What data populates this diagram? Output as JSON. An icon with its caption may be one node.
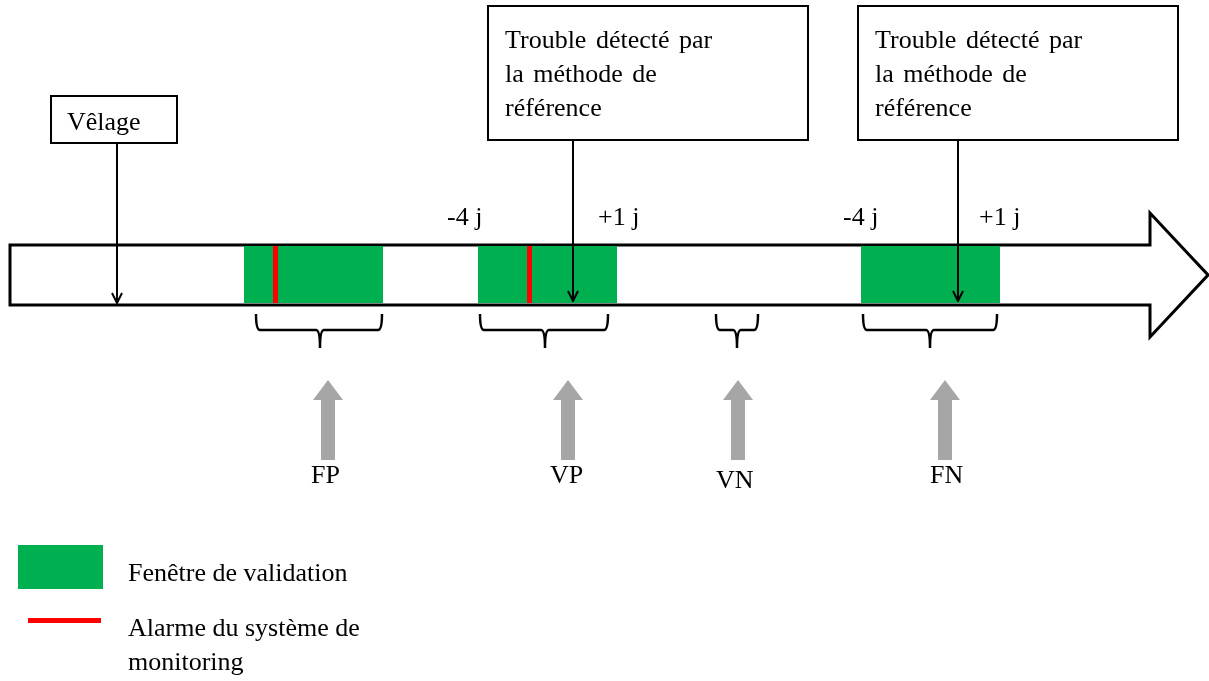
{
  "diagram": {
    "nodes": [
      {
        "text": [
          "Vêlage"
        ]
      },
      {
        "text": [
          "Trouble détecté par la méthode de référence"
        ]
      },
      {
        "text": [
          "Trouble détecté par la méthode de référence"
        ]
      },
      {
        "text": [],
        "shape": "arrow"
      },
      {
        "text": [],
        "shape": "bar",
        "in": 3
      },
      {
        "text": [],
        "shape": "bar",
        "in": 4
      },
      {
        "text": [],
        "shape": "bar",
        "in": 3
      },
      {
        "text": [],
        "shape": "bar",
        "in": 6
      },
      {
        "text": [],
        "shape": "bar",
        "in": 3
      }
    ],
    "edges": [
      {
        "from": 0,
        "to": 3,
        "arrow": "to"
      },
      {
        "from": 1,
        "to": 6,
        "arrow": "to"
      },
      {
        "from": 2,
        "to": 8,
        "arrow": "to"
      }
    ],
    "labels": [
      "-4 j",
      "+1 j",
      "-4 j",
      "+1 j",
      "FP",
      "VP",
      "VN",
      "FN"
    ],
    "legend": [
      {
        "text": "Fenêtre de validation",
        "color": "#00b050"
      },
      {
        "text": "Alarme du système de monitoring"
      }
    ]
  }
}
